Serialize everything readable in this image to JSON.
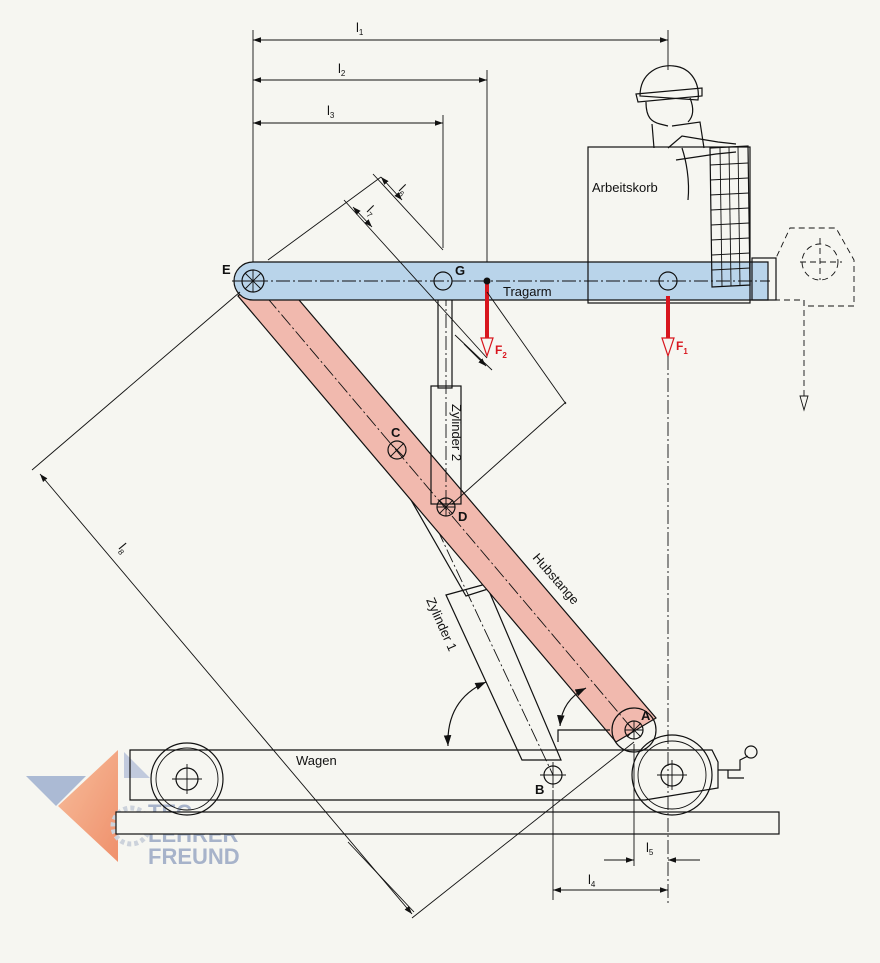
{
  "labels": {
    "arbeitskorb": "Arbeitskorb",
    "tragarm": "Tragarm",
    "zylinder2": "Zylinder 2",
    "zylinder1": "Zylinder 1",
    "hubstange": "Hubstange",
    "wagen": "Wagen"
  },
  "points": {
    "a": "A",
    "b": "B",
    "c": "C",
    "d": "D",
    "e": "E",
    "g": "G"
  },
  "forces": {
    "f1": "F",
    "f1_sub": "1",
    "f2": "F",
    "f2_sub": "2"
  },
  "dims": {
    "l": "l",
    "l1": "1",
    "l2": "2",
    "l3": "3",
    "l4": "4",
    "l5": "5",
    "l6": "6",
    "l7": "7",
    "l8": "8"
  },
  "logo": {
    "line1": "TEC",
    "line2": "LEHRER",
    "line3": "FREUND"
  },
  "colors": {
    "tragarm_fill": "#b9d4ea",
    "hubstange_fill": "#f1b9ae",
    "force": "#d8161e",
    "logo_blue": "#9aa8c4",
    "logo_orange": "#f3a27a"
  }
}
